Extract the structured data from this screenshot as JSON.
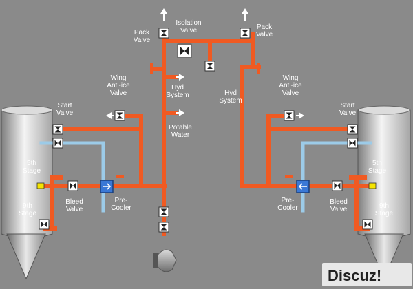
{
  "labels": {
    "isolation_valve": [
      "Isolation",
      "Valve"
    ],
    "pack_valve_left": [
      "Pack",
      "Valve"
    ],
    "pack_valve_right": [
      "Pack",
      "Valve"
    ],
    "wing_antiice_left": [
      "Wing",
      "Anti-ice",
      "Valve"
    ],
    "wing_antiice_right": [
      "Wing",
      "Anti-ice",
      "Valve"
    ],
    "hyd_system_left": [
      "Hyd",
      "System"
    ],
    "hyd_system_right": [
      "Hyd",
      "System"
    ],
    "potable_water": [
      "Potable",
      "Water"
    ],
    "start_valve_left": [
      "Start",
      "Valve"
    ],
    "start_valve_right": [
      "Start",
      "Valve"
    ],
    "fifth_stage_left": [
      "5th",
      "Stage"
    ],
    "fifth_stage_right": [
      "5th",
      "Stage"
    ],
    "ninth_stage_left": [
      "9th",
      "Stage"
    ],
    "ninth_stage_right": [
      "9th",
      "Stage"
    ],
    "bleed_valve_left": [
      "Bleed",
      "Valve"
    ],
    "bleed_valve_right": [
      "Bleed",
      "Valve"
    ],
    "precooler_left": [
      "Pre-",
      "Cooler"
    ],
    "precooler_right": [
      "Pre-",
      "Cooler"
    ]
  },
  "watermark": "Discuz!",
  "colors": {
    "background": "#8a8a8a",
    "hot_duct": "#f05a22",
    "cool_duct": "#9ccbe8",
    "valve_fill": "#ffffff",
    "precooler_fill": "#3a78d6",
    "engine_light": "#f2f2f2",
    "engine_dark": "#8c8c8c"
  },
  "icons": {
    "valve": "bowtie-valve-icon",
    "arrow": "flow-arrow-icon",
    "precooler": "heat-exchanger-icon",
    "apu": "apu-engine-icon"
  }
}
